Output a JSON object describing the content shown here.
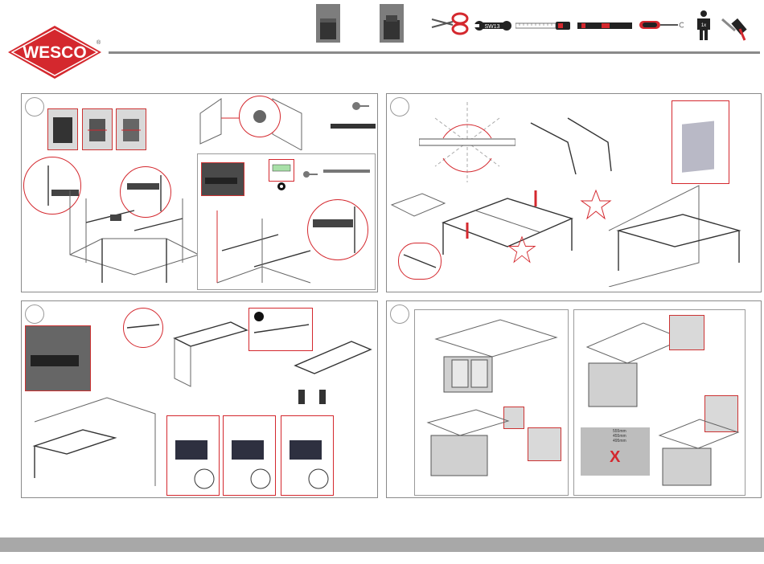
{
  "brand": {
    "name": "WESCO",
    "registered": "®"
  },
  "tools": {
    "wrench_size": "SW13",
    "icons": [
      "scissors-icon",
      "wrench-icon",
      "measuring-tape-icon",
      "spirit-level-icon",
      "screwdriver-icon",
      "person-icon",
      "hammer-icon"
    ]
  },
  "steps": [
    {
      "number": ""
    },
    {
      "number": ""
    },
    {
      "number": ""
    },
    {
      "number": ""
    }
  ],
  "step4": {
    "dimensions": [
      "555mm",
      "455mm",
      "495mm"
    ],
    "reject_mark": "X"
  },
  "colors": {
    "brand_red": "#d4282e",
    "rule_gray": "#8a8a8a",
    "footer_gray": "#a8a8a8"
  }
}
